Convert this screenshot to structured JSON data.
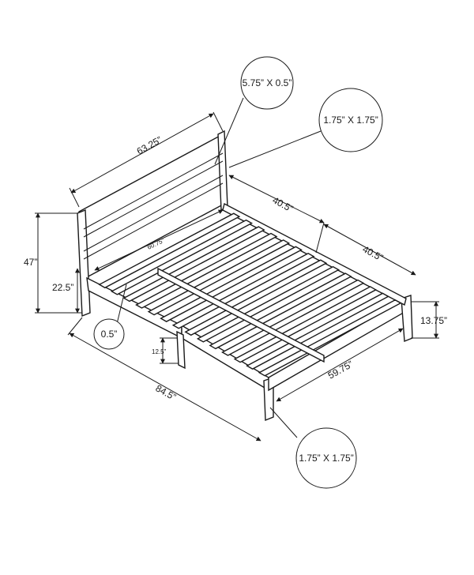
{
  "dimensions": {
    "headboard_width": "63.25”",
    "frame_length_upper": "40.5”",
    "frame_length_lower": "40.5”",
    "overall_height": "47”",
    "rail_height": "22.5”",
    "inner_width": "60.75”",
    "overall_length": "84.5”",
    "inner_length": "59.75”",
    "footboard_height": "13.75”",
    "clearance": "12.5”"
  },
  "callouts": {
    "slat_size": "5.75” X 0.5”",
    "post_size_top": "1.75” X 1.75”",
    "rail_thickness": "0.5”",
    "leg_size_bottom": "1.75” X 1.75”"
  }
}
